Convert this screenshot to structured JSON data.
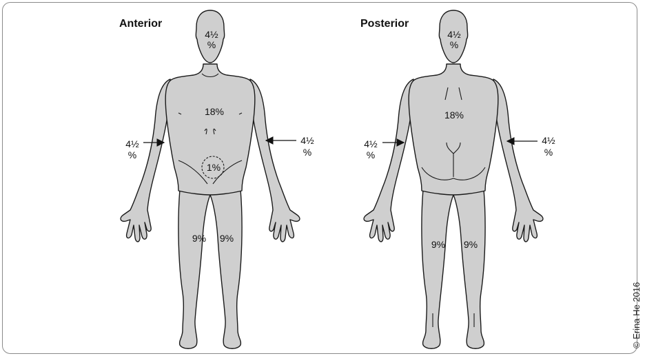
{
  "figures": [
    {
      "id": "anterior",
      "title": "Anterior",
      "labels": {
        "head": [
          "4½",
          "%"
        ],
        "trunk": "18%",
        "left_arm": [
          "4½",
          "%"
        ],
        "right_arm": [
          "4½",
          "%"
        ],
        "genitals": "1%",
        "left_leg": "9%",
        "right_leg": "9%"
      }
    },
    {
      "id": "posterior",
      "title": "Posterior",
      "labels": {
        "head": [
          "4½",
          "%"
        ],
        "trunk": "18%",
        "left_arm": [
          "4½",
          "%"
        ],
        "right_arm": [
          "4½",
          "%"
        ],
        "left_leg": "9%",
        "right_leg": "9%"
      }
    }
  ],
  "copyright": "© Erina He 2016",
  "colors": {
    "body_fill": "#cfcfcf",
    "outline": "#1a1a1a",
    "border": "#8a8a8a"
  }
}
